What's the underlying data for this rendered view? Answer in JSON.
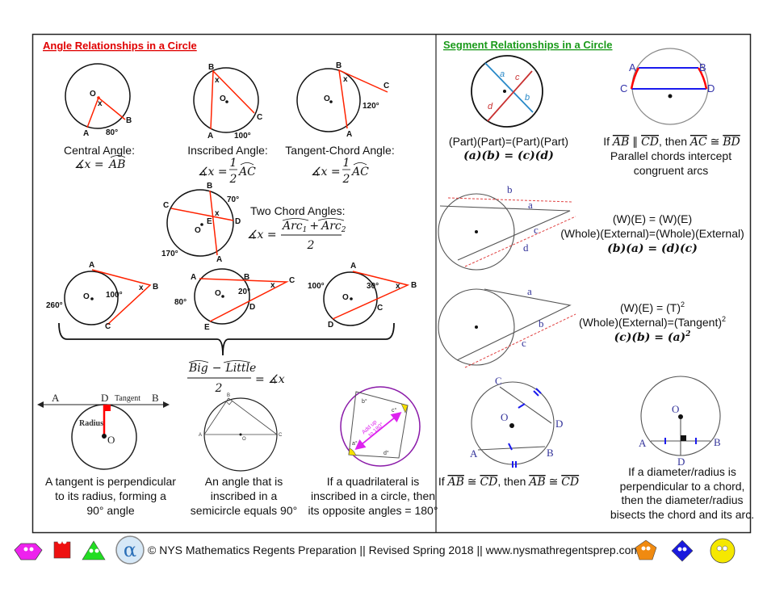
{
  "headings": {
    "angle": "Angle Relationships in a Circle",
    "segment": "Segment Relationships in a Circle"
  },
  "central": {
    "labels": {
      "o": "O",
      "x": "x",
      "a": "A",
      "b": "B",
      "arc": "80°"
    },
    "title": "Central Angle:",
    "formula_lhs": "∡x =",
    "formula_arc": "AB"
  },
  "inscribed": {
    "labels": {
      "b": "B",
      "x": "x",
      "o": "O",
      "c": "C",
      "a": "A",
      "arc": "100°"
    },
    "title": "Inscribed Angle:",
    "formula_lhs": "∡x =",
    "num": "1",
    "den": "2",
    "formula_arc": "AC"
  },
  "tangent_chord": {
    "labels": {
      "b": "B",
      "x": "x",
      "c": "C",
      "o": "O",
      "arc": "120°",
      "a": "A"
    },
    "title": "Tangent-Chord Angle:",
    "formula_lhs": "∡x =",
    "num": "1",
    "den": "2",
    "formula_arc": "AC"
  },
  "two_chord": {
    "labels": {
      "b": "B",
      "arc1": "70°",
      "c": "C",
      "x": "x",
      "e": "E",
      "d": "D",
      "o": "O",
      "arc2": "170°",
      "a": "A"
    },
    "title": "Two Chord Angles:",
    "formula_lhs": "∡x =",
    "num_arc1": "Arc",
    "sub1": "1",
    "plus": "+",
    "num_arc2": "Arc",
    "sub2": "2",
    "den": "2"
  },
  "outside": {
    "d1": {
      "a": "A",
      "b": "B",
      "x": "x",
      "o": "O",
      "small": "100°",
      "big": "260°",
      "c": "C"
    },
    "d2": {
      "a": "A",
      "b": "B",
      "c": "C",
      "x": "x",
      "o": "O",
      "small": "20°",
      "big": "80°",
      "d": "D",
      "e": "E"
    },
    "d3": {
      "a": "A",
      "b": "B",
      "x": "x",
      "o": "O",
      "small": "30°",
      "big": "100°",
      "c": "C",
      "d": "D"
    },
    "formula": {
      "big": "Big",
      "minus": "−",
      "little": "Little",
      "den": "2",
      "rhs": "= ∡x"
    }
  },
  "tangent_radius": {
    "labels": {
      "a": "A",
      "d": "D",
      "tangent": "Tangent",
      "b": "B",
      "radius": "Radius",
      "o": "O"
    },
    "caption": [
      "A tangent is perpendicular",
      "to its radius, forming a",
      "90° angle"
    ]
  },
  "semicircle": {
    "labels": {
      "a": "A",
      "b": "B",
      "c": "C",
      "o": "O"
    },
    "caption": [
      "An angle that is",
      "inscribed in a",
      "semicircle equals 90°"
    ]
  },
  "quadrilateral": {
    "labels": {
      "a": "a°",
      "b": "b°",
      "c": "c°",
      "d": "d°",
      "add1": "Add up",
      "add2": "to 180°"
    },
    "caption": [
      "If a quadrilateral is",
      "inscribed in a circle, then",
      "its opposite angles = 180°"
    ]
  },
  "chord_chord": {
    "labels": {
      "a": "a",
      "b": "b",
      "c": "c",
      "d": "d"
    },
    "caption1": "(Part)(Part)=(Part)(Part)",
    "caption2": "(a)(b) = (c)(d)"
  },
  "parallel": {
    "labels": {
      "a": "A",
      "b": "B",
      "c": "C",
      "d": "D"
    },
    "line1_if": "If ",
    "seg1": "AB",
    "par": " ∥ ",
    "seg2": "CD",
    "then": ", then ",
    "arc1": "AC",
    "cong": " ≅ ",
    "arc2": "BD",
    "line2": "Parallel chords intercept",
    "line3": "congruent arcs"
  },
  "secant_secant": {
    "labels": {
      "b": "b",
      "a": "a",
      "c": "c",
      "d": "d"
    },
    "line1": "(W)(E) = (W)(E)",
    "line2": "(Whole)(External)=(Whole)(External)",
    "line3": "(b)(a) = (d)(c)"
  },
  "tangent_secant": {
    "labels": {
      "a": "a",
      "b": "b",
      "c": "c"
    },
    "line1": "(W)(E) = (T)",
    "sup1": "2",
    "line2": "(Whole)(External)=(Tangent)",
    "sup2": "2",
    "line3": "(c)(b) = (a)",
    "sup3": "2"
  },
  "congruent_chords": {
    "labels": {
      "c": "C",
      "o": "O",
      "d": "D",
      "a": "A",
      "b": "B"
    },
    "if": "If ",
    "seg1": "AB",
    "cong": " ≅ ",
    "seg2": "CD",
    "then": ", then ",
    "arc1": "AB",
    "arc2": "CD"
  },
  "perp_diameter": {
    "labels": {
      "o": "O",
      "a": "A",
      "b": "B",
      "d": "D"
    },
    "caption": [
      "If a diameter/radius is",
      "perpendicular to a chord,",
      "then the diameter/radius",
      "bisects the chord and its arc."
    ]
  },
  "footer": {
    "text": "© NYS Mathematics Regents Preparation || Revised Spring 2018 || www.nysmathregentsprep.com"
  },
  "colors": {
    "red": "#ff2200",
    "green": "#1a9a1a",
    "blue": "#1a1aee",
    "purple": "#8a1aa8",
    "magenta": "#dd22ee"
  }
}
